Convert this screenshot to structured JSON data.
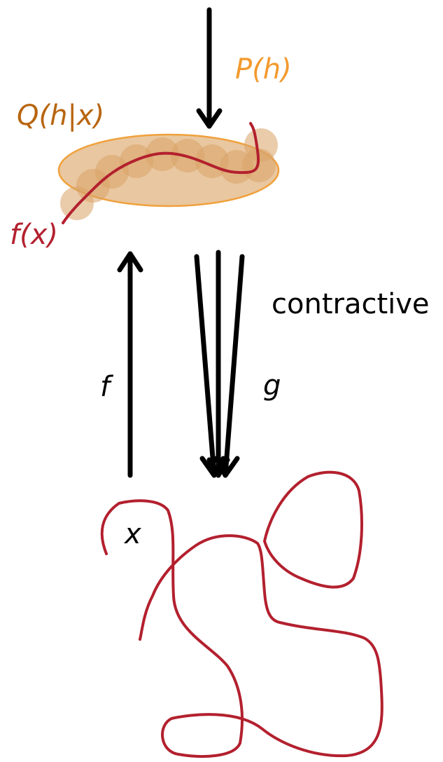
{
  "labels": {
    "prior": "P(h)",
    "posterior": "Q(h|x)",
    "encoded_manifold": "f(x)",
    "encoder": "f",
    "decoder": "g",
    "decoder_property": "contractive",
    "input": "x"
  },
  "colors": {
    "prior_label": "#f39a2e",
    "posterior_label": "#b8650f",
    "manifold_curve": "#b3202e",
    "ellipse_fill": "#e9c7a0",
    "ellipse_stroke": "#f0a13c",
    "bead_fill": "#d9a266",
    "arrow": "#000000",
    "text": "#000000"
  },
  "icons": {
    "prior_arrow": "down-arrow",
    "encoder_arrow": "up-arrow",
    "decoder_arrows": "converging-down-arrows"
  }
}
